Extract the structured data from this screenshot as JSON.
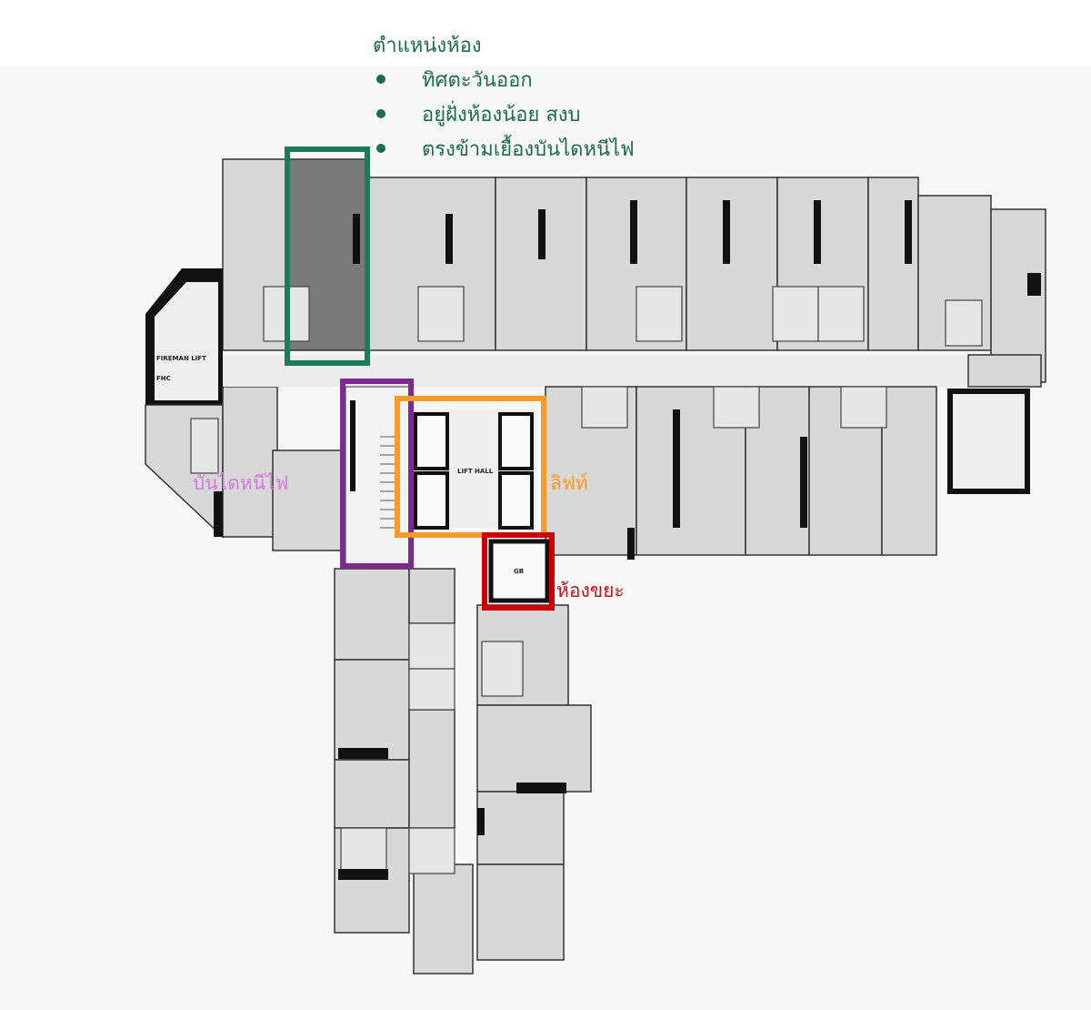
{
  "info": {
    "heading": "ตำแหน่งห้อง",
    "bullets": [
      "ทิศตะวันออก",
      "อยู่ฝั่งห้องน้อย สงบ",
      "ตรงข้ามเยื้องบันไดหนีไฟ"
    ]
  },
  "labels": {
    "fire_stairs": "บันไดหนีไฟ",
    "lift": "ลิฟท์",
    "garbage_room": "ห้องขยะ"
  },
  "plan_text": {
    "fireman_lift": "FIREMAN LIFT",
    "fhc": "FHC",
    "lift_hall": "LIFT HALL",
    "gb": "GB"
  },
  "colors": {
    "unit_highlight": "#1d7a5a",
    "stairs_highlight": "#7b2a8f",
    "lift_highlight": "#f39c2a",
    "garbage_highlight": "#cc0000"
  }
}
